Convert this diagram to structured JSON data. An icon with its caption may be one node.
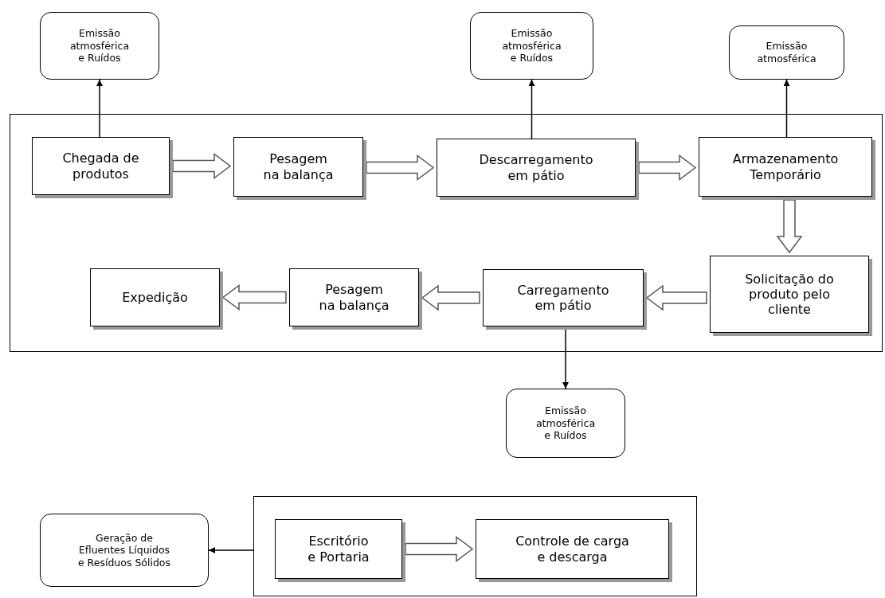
{
  "diagram": {
    "nodes": [
      {
        "text": [],
        "shape": "box"
      },
      {
        "text": [
          "Chegada de produtos"
        ],
        "in": 0
      },
      {
        "text": [
          "Pesagem na balança"
        ],
        "in": 0
      },
      {
        "text": [
          "Descarregamento em pátio"
        ],
        "in": 0
      },
      {
        "text": [
          "Armazenamento Temporário"
        ],
        "in": 0
      },
      {
        "text": [
          "Solicitação do produto pelo cliente"
        ],
        "in": 0
      },
      {
        "text": [
          "Carregamento em pátio"
        ],
        "in": 0
      },
      {
        "text": [
          "Pesagem na balança"
        ],
        "in": 0
      },
      {
        "text": [
          "Expedição"
        ],
        "in": 0
      },
      {
        "text": [
          "Emissão atmosférica e Ruídos"
        ]
      },
      {
        "text": [
          "Emissão atmosférica e Ruídos"
        ]
      },
      {
        "text": [
          "Emissão atmosférica"
        ]
      },
      {
        "text": [
          "Emissão atmosférica e Ruídos"
        ]
      },
      {
        "text": [],
        "shape": "box"
      },
      {
        "text": [
          "Escritório e Portaria"
        ],
        "in": 13
      },
      {
        "text": [
          "Controle de carga e descarga"
        ],
        "in": 13
      },
      {
        "text": [
          "Geração de Efluentes Líquidos e Resíduos Sólidos"
        ]
      }
    ],
    "edges": [
      {
        "from": 1,
        "to": 9,
        "arrow": "to"
      },
      {
        "from": 1,
        "to": 2,
        "arrow": "to",
        "style": "thick"
      },
      {
        "from": 2,
        "to": 3,
        "arrow": "to",
        "style": "thick"
      },
      {
        "from": 3,
        "to": 10,
        "arrow": "to"
      },
      {
        "from": 3,
        "to": 4,
        "arrow": "to",
        "style": "thick"
      },
      {
        "from": 4,
        "to": 11,
        "arrow": "to"
      },
      {
        "from": 4,
        "to": 5,
        "arrow": "to",
        "style": "thick"
      },
      {
        "from": 5,
        "to": 6,
        "arrow": "to",
        "style": "thick"
      },
      {
        "from": 6,
        "to": 7,
        "arrow": "to",
        "style": "thick"
      },
      {
        "from": 7,
        "to": 8,
        "arrow": "to",
        "style": "thick"
      },
      {
        "from": 6,
        "to": 12,
        "arrow": "to"
      },
      {
        "from": 13,
        "to": 16,
        "arrow": "to"
      },
      {
        "from": 14,
        "to": 15,
        "arrow": "to",
        "style": "thick"
      }
    ]
  }
}
